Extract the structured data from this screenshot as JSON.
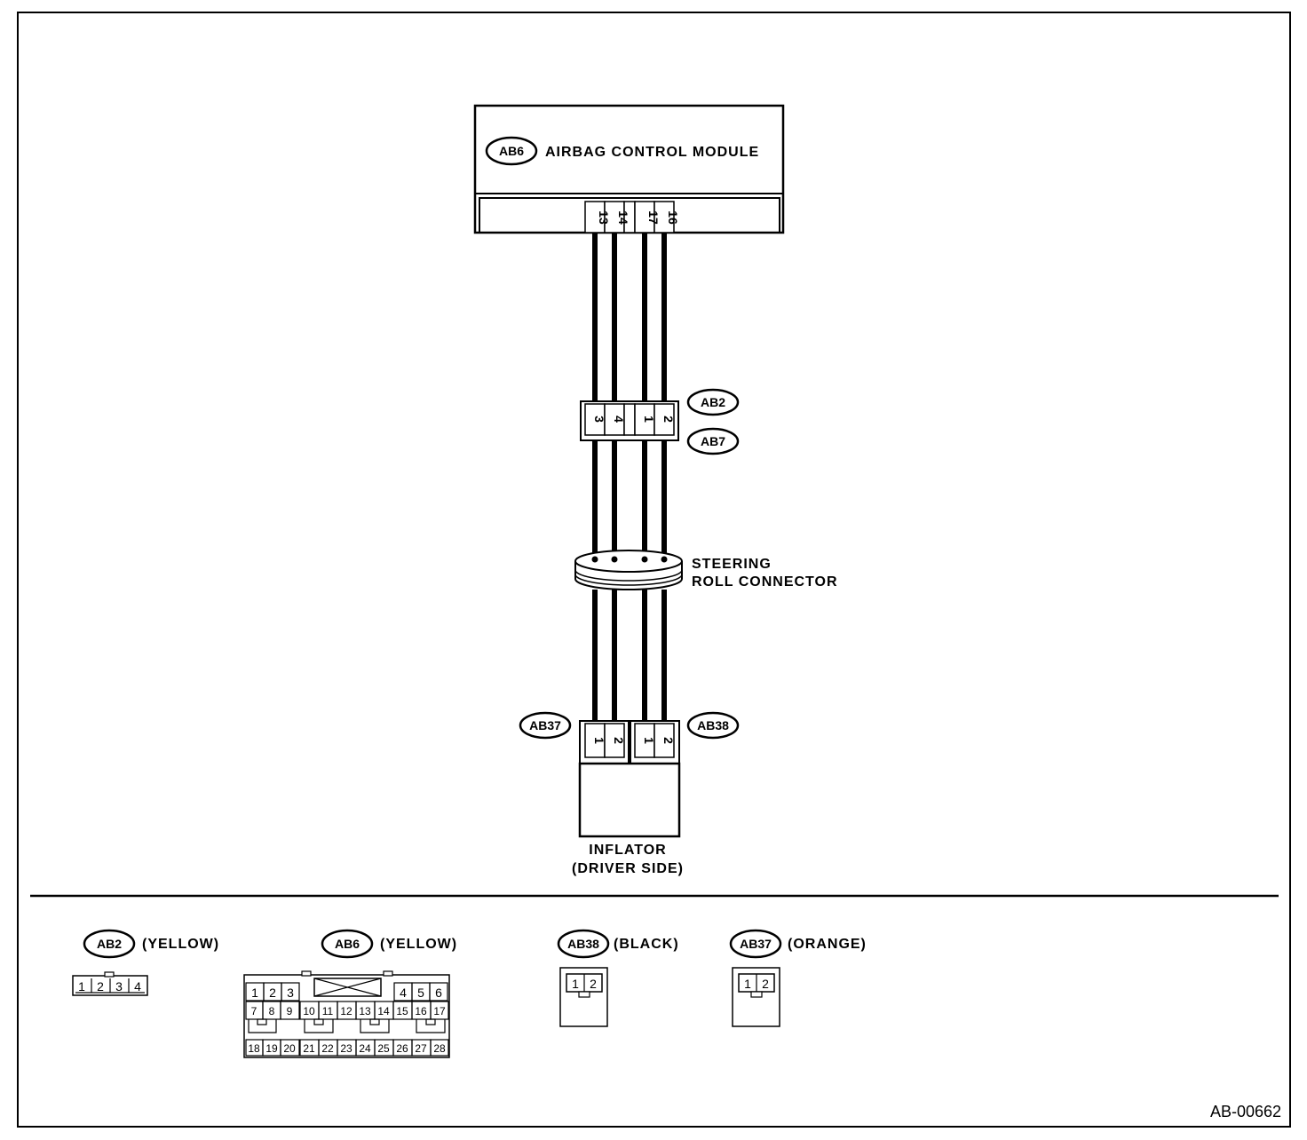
{
  "module": {
    "badge": "AB6",
    "title": "AIRBAG CONTROL MODULE",
    "pins": [
      "13",
      "14",
      "17",
      "16"
    ]
  },
  "junction": {
    "badges": [
      "AB2",
      "AB7"
    ],
    "pins": [
      "3",
      "4",
      "1",
      "2"
    ]
  },
  "roll_connector": {
    "label_line1": "STEERING",
    "label_line2": "ROLL CONNECTOR"
  },
  "inflator": {
    "badge_left": "AB37",
    "badge_right": "AB38",
    "left_pins": [
      "1",
      "2"
    ],
    "right_pins": [
      "1",
      "2"
    ],
    "label_line1": "INFLATOR",
    "label_line2": "(DRIVER SIDE)"
  },
  "legend": {
    "ab2": {
      "badge": "AB2",
      "color": "(YELLOW)",
      "pins": [
        "1",
        "2",
        "3",
        "4"
      ]
    },
    "ab6": {
      "badge": "AB6",
      "color": "(YELLOW)",
      "row1": [
        "1",
        "2",
        "3",
        "4",
        "5",
        "6"
      ],
      "row2": [
        "7",
        "8",
        "9",
        "10",
        "11",
        "12",
        "13",
        "14",
        "15",
        "16",
        "17"
      ],
      "row3": [
        "18",
        "19",
        "20",
        "21",
        "22",
        "23",
        "24",
        "25",
        "26",
        "27",
        "28"
      ]
    },
    "ab38": {
      "badge": "AB38",
      "color": "(BLACK)",
      "pins": [
        "1",
        "2"
      ]
    },
    "ab37": {
      "badge": "AB37",
      "color": "(ORANGE)",
      "pins": [
        "1",
        "2"
      ]
    }
  },
  "figure_code": "AB-00662"
}
